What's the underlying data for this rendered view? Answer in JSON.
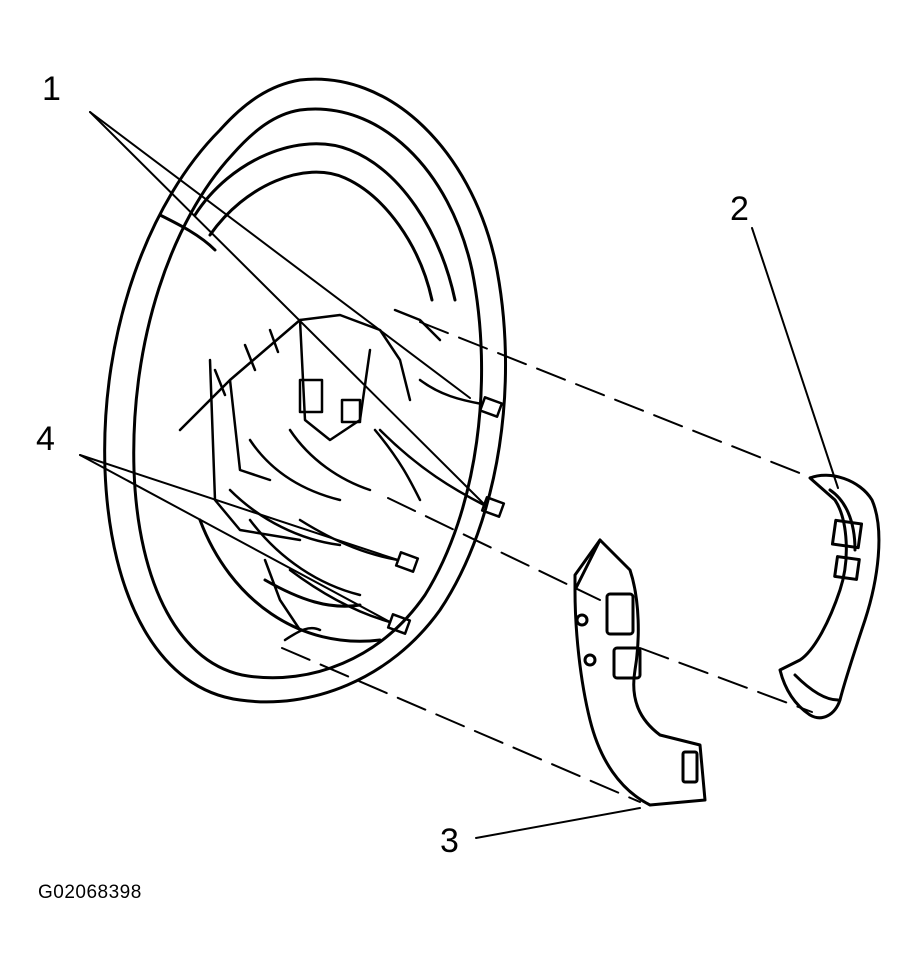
{
  "callouts": {
    "c1": "1",
    "c2": "2",
    "c3": "3",
    "c4": "4"
  },
  "figure_id": "G02068398",
  "colors": {
    "line": "#000000",
    "background": "#ffffff"
  }
}
